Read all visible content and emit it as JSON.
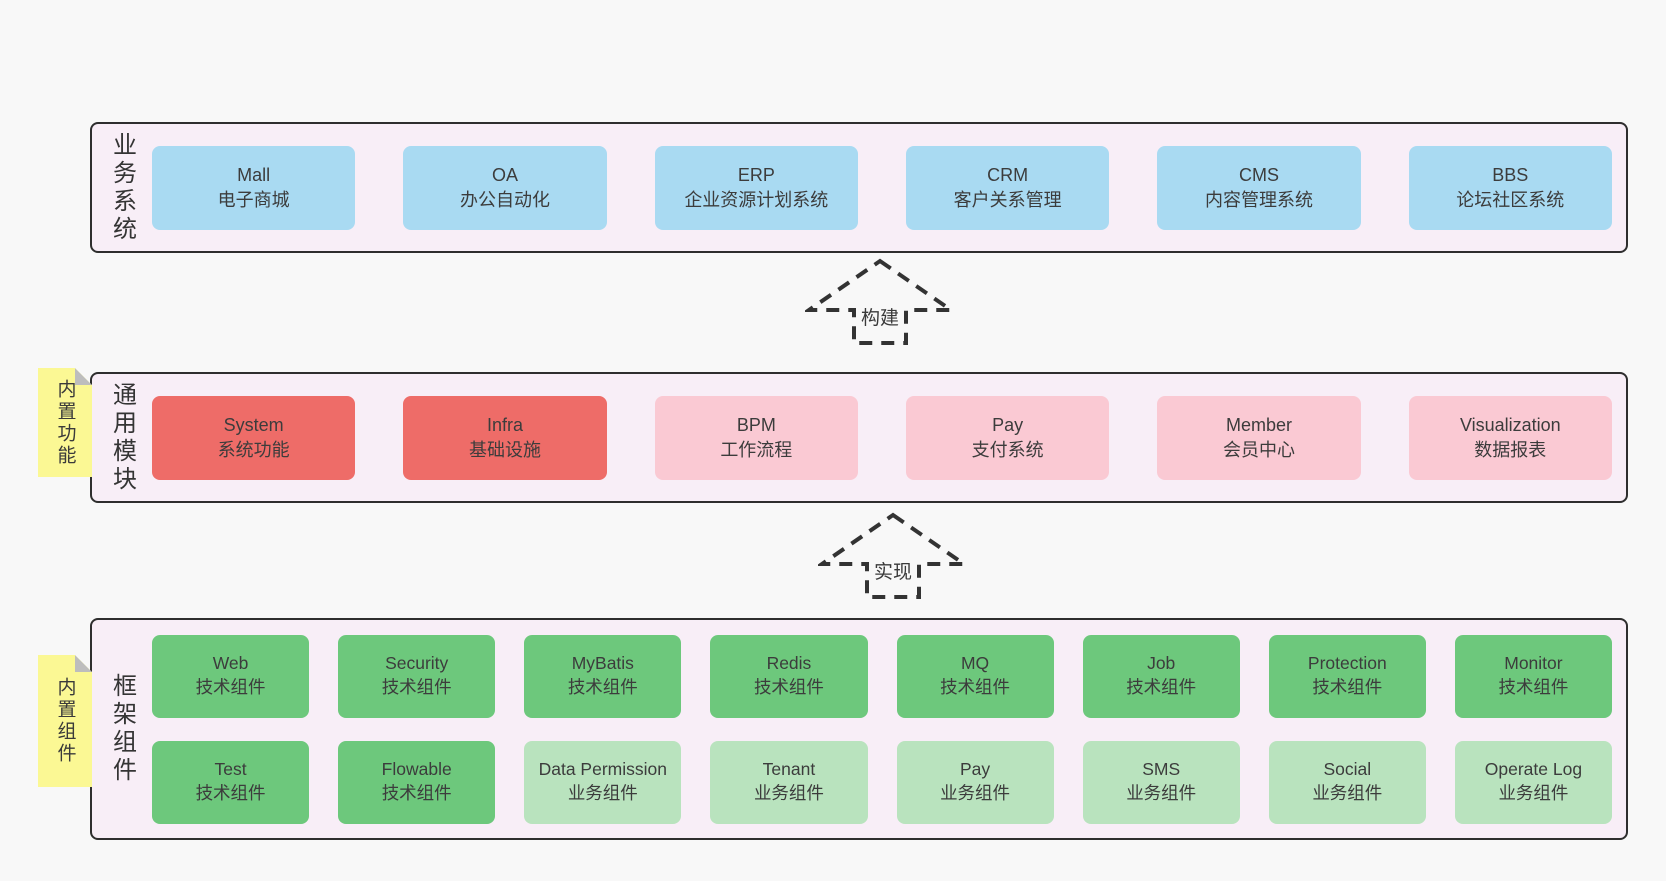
{
  "diagram": {
    "bands": [
      {
        "label": "业务系统",
        "boxes": [
          {
            "en": "Mall",
            "zh": "电子商城"
          },
          {
            "en": "OA",
            "zh": "办公自动化"
          },
          {
            "en": "ERP",
            "zh": "企业资源计划系统"
          },
          {
            "en": "CRM",
            "zh": "客户关系管理"
          },
          {
            "en": "CMS",
            "zh": "内容管理系统"
          },
          {
            "en": "BBS",
            "zh": "论坛社区系统"
          }
        ]
      },
      {
        "label": "通用模块",
        "note": "内置功能",
        "boxes": [
          {
            "en": "System",
            "zh": "系统功能"
          },
          {
            "en": "Infra",
            "zh": "基础设施"
          },
          {
            "en": "BPM",
            "zh": "工作流程"
          },
          {
            "en": "Pay",
            "zh": "支付系统"
          },
          {
            "en": "Member",
            "zh": "会员中心"
          },
          {
            "en": "Visualization",
            "zh": "数据报表"
          }
        ]
      },
      {
        "label": "框架组件",
        "note": "内置组件",
        "rows": [
          [
            {
              "en": "Web",
              "zh": "技术组件"
            },
            {
              "en": "Security",
              "zh": "技术组件"
            },
            {
              "en": "MyBatis",
              "zh": "技术组件"
            },
            {
              "en": "Redis",
              "zh": "技术组件"
            },
            {
              "en": "MQ",
              "zh": "技术组件"
            },
            {
              "en": "Job",
              "zh": "技术组件"
            },
            {
              "en": "Protection",
              "zh": "技术组件"
            },
            {
              "en": "Monitor",
              "zh": "技术组件"
            }
          ],
          [
            {
              "en": "Test",
              "zh": "技术组件"
            },
            {
              "en": "Flowable",
              "zh": "技术组件"
            },
            {
              "en": "Data Permission",
              "zh": "业务组件"
            },
            {
              "en": "Tenant",
              "zh": "业务组件"
            },
            {
              "en": "Pay",
              "zh": "业务组件"
            },
            {
              "en": "SMS",
              "zh": "业务组件"
            },
            {
              "en": "Social",
              "zh": "业务组件"
            },
            {
              "en": "Operate Log",
              "zh": "业务组件"
            }
          ]
        ]
      }
    ],
    "arrows": [
      {
        "label": "构建"
      },
      {
        "label": "实现"
      }
    ],
    "colors": {
      "page_bg": "#f8f8f8",
      "band_bg": "#f8eef7",
      "band_border": "#2e2e2e",
      "blue": "#a9daf2",
      "red": "#ee6c68",
      "pink": "#fac9d3",
      "green": "#6dc87c",
      "light_green": "#b9e3be",
      "note_yellow": "#fbf894"
    }
  }
}
